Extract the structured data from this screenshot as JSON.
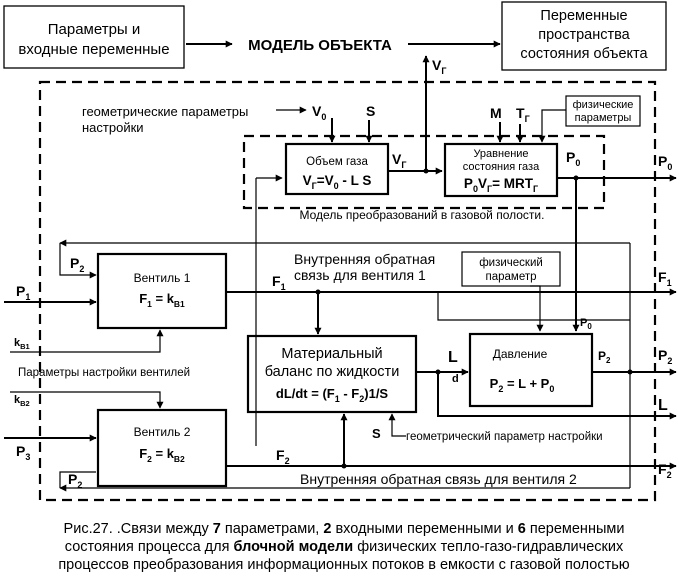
{
  "top": {
    "inputs_line1": "Параметры и",
    "inputs_line2": "входные переменные",
    "model": "МОДЕЛЬ ОБЪЕКТА",
    "state_line1": "Переменные",
    "state_line2": "пространства",
    "state_line3": "состояния объекта"
  },
  "gas": {
    "geom_params_line1": "геометрические параметры",
    "geom_params_line2": "настройки",
    "v0": "V",
    "v0_sub": "0",
    "s": "S",
    "m": "M",
    "t": "T",
    "t_sub": "Г",
    "phys_line1": "физические",
    "phys_line2": "параметры",
    "vg": "V",
    "vg_sub": "Г",
    "volume_title": "Объем газа",
    "volume_formula": {
      "a": "V",
      "a_sub": "Г",
      "b": "=V",
      "b_sub": "0",
      "c": " - L S"
    },
    "state_title1": "Уравнение",
    "state_title2": "состояния газа",
    "state_formula": {
      "a": "P",
      "a_sub": "0",
      "b": "V",
      "b_sub": "Г",
      "c": "= MRT",
      "c_sub": "Г"
    },
    "p0": "P",
    "p0_sub": "0",
    "caption": "Модель преобразований в газовой полости."
  },
  "valve1": {
    "title": "Вентиль 1",
    "formula": {
      "a": "F",
      "a_sub": "1",
      "b": " = k",
      "b_sub": "B1"
    },
    "feedback_line1": "Внутренняя обратная",
    "feedback_line2": "связь для вентиля 1",
    "p2": "P",
    "p2_sub": "2",
    "p1": "P",
    "p1_sub": "1",
    "f1": "F",
    "f1_sub": "1"
  },
  "phys_param": {
    "line1": "физический",
    "line2": "параметр"
  },
  "balance": {
    "title1": "Материальный",
    "title2": "баланс по жидкости",
    "formula": {
      "a": "dL/dt = (F",
      "a_sub": "1",
      "b": " - F",
      "b_sub": "2",
      "c": ")1/S"
    },
    "l": "L",
    "d": "d",
    "s": "S",
    "geom_param": "геометрический параметр настройки"
  },
  "pressure": {
    "title": "Давление",
    "formula": {
      "a": "P",
      "a_sub": "2",
      "b": " = L + P",
      "b_sub": "0"
    },
    "p2": "P",
    "p2_sub": "2",
    "p0": "P",
    "p0_sub": "0"
  },
  "settings": {
    "kb1": "k",
    "kb1_sub": "B1",
    "kb2": "k",
    "kb2_sub": "B2",
    "label": "Параметры настройки вентилей"
  },
  "valve2": {
    "title": "Вентиль 2",
    "formula": {
      "a": "F",
      "a_sub": "2",
      "b": " = k",
      "b_sub": "B2"
    },
    "feedback": "Внутренняя обратная связь для вентиля 2",
    "p3": "P",
    "p3_sub": "3",
    "p2": "P",
    "p2_sub": "2",
    "f2": "F",
    "f2_sub": "2"
  },
  "outputs": {
    "p0": "P",
    "p0_sub": "0",
    "f1": "F",
    "f1_sub": "1",
    "p2": "P",
    "p2_sub": "2",
    "l": "L",
    "f2": "F",
    "f2_sub": "2"
  },
  "caption": {
    "p1": "Рис.27. .Связи между ",
    "n7": "7",
    "p2": " параметрами, ",
    "n2": "2",
    "p3": " входными переменными и ",
    "n6": "6",
    "p4": " переменными",
    "p5": "состояния процесса для ",
    "bm": "блочной модели",
    "p6": " физических тепло-газо-гидравлических",
    "p7": "процессов преобразования информационных потоков в емкости с газовой полостью"
  }
}
